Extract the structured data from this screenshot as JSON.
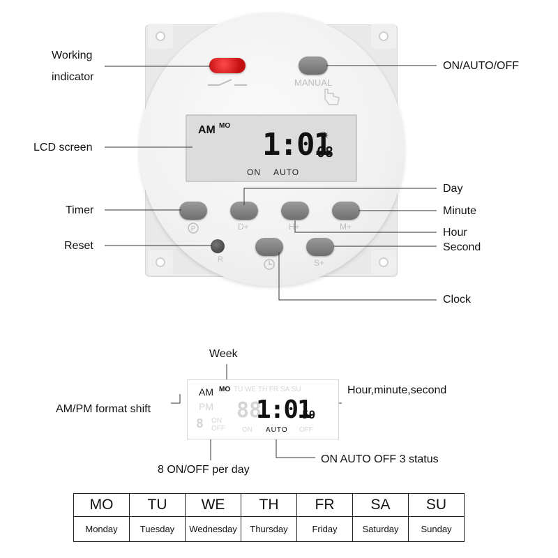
{
  "device": {
    "manual_label": "MANUAL",
    "lcd": {
      "ampm": "AM",
      "day": "MO",
      "time": "1:01",
      "seconds": "08",
      "status_on": "ON",
      "status_auto": "AUTO"
    },
    "buttons": {
      "d_label": "D+",
      "h_label": "H+",
      "m_label": "M+",
      "s_label": "S+",
      "r_label": "R",
      "p_label": "P"
    }
  },
  "callouts": {
    "working_indicator_1": "Working",
    "working_indicator_2": "indicator",
    "on_auto_off": "ON/AUTO/OFF",
    "lcd_screen": "LCD screen",
    "day": "Day",
    "timer": "Timer",
    "minute": "Minute",
    "hour": "Hour",
    "reset": "Reset",
    "second": "Second",
    "clock": "Clock"
  },
  "display_detail": {
    "week_label": "Week",
    "ampm_label": "AM/PM format shift",
    "hms_label": "Hour,minute,second",
    "onoff_label": "8 ON/OFF per day",
    "status_label": "ON AUTO OFF 3 status",
    "lcd": {
      "am": "AM",
      "pm": "PM",
      "day_active": "MO",
      "days_ghost": "TU WE TH FR SA SU",
      "time": "1:01",
      "seconds": "59",
      "on_top": "ON",
      "off_top": "OFF",
      "status_on": "ON",
      "status_auto": "AUTO",
      "status_off": "OFF"
    }
  },
  "days_table": {
    "abbr": [
      "MO",
      "TU",
      "WE",
      "TH",
      "FR",
      "SA",
      "SU"
    ],
    "full": [
      "Monday",
      "Tuesday",
      "Wednesday",
      "Thursday",
      "Friday",
      "Saturday",
      "Sunday"
    ]
  },
  "colors": {
    "indicator": "#e0161b",
    "button": "#808080",
    "lcd_bg": "#dcdcdc"
  },
  "icons": [
    "switch-icon",
    "hand-press-icon",
    "power-p-icon",
    "clock-icon",
    "sun-icon"
  ]
}
